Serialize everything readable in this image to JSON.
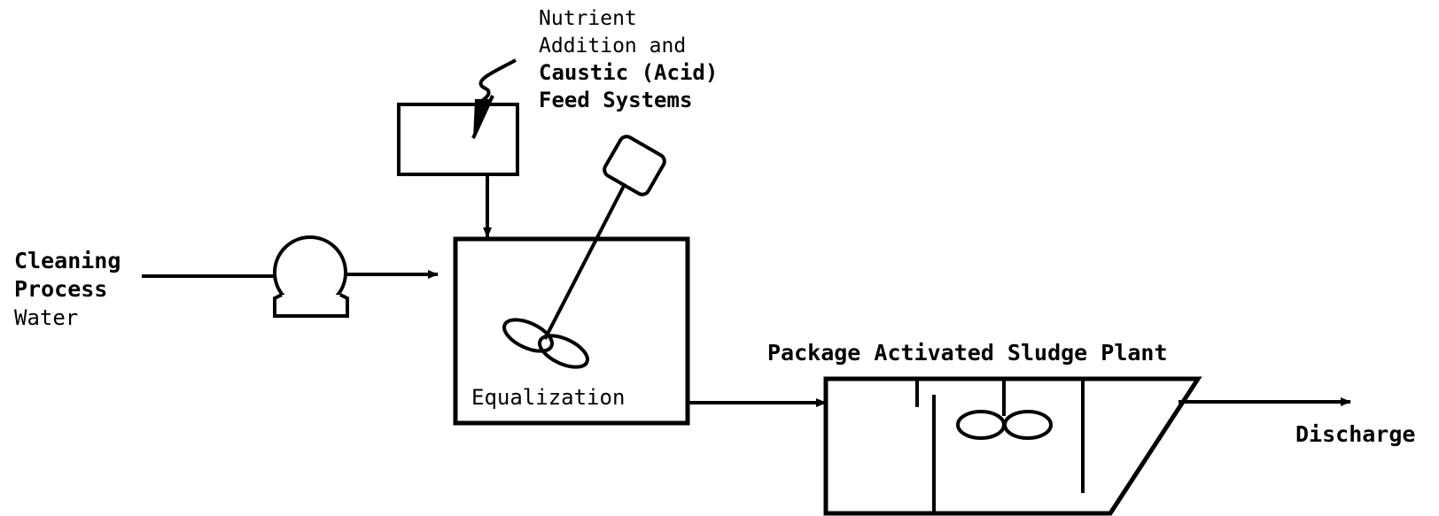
{
  "diagram": {
    "inputs": {
      "line1": "Cleaning",
      "line2": "Process",
      "line3": "Water"
    },
    "feed_system": {
      "line1": "Nutrient",
      "line2": "Addition and",
      "line3": "Caustic (Acid)",
      "line4": "Feed Systems"
    },
    "equalization_label": "Equalization",
    "plant_label": "Package Activated Sludge Plant",
    "discharge_label": "Discharge"
  },
  "colors": {
    "stroke": "#000000",
    "background": "#ffffff"
  }
}
